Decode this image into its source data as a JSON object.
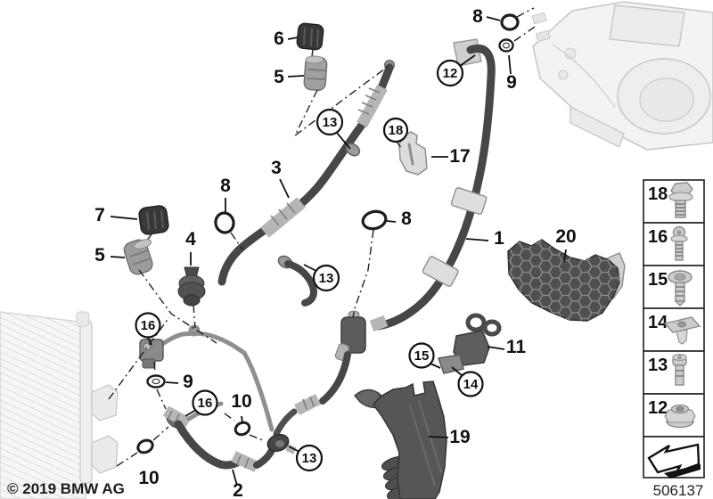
{
  "meta": {
    "copyright": "© 2019 BMW AG",
    "diagram_number": "506137"
  },
  "diagram": {
    "description": "BMW coolant / refrigerant line parts diagram",
    "callouts": [
      {
        "text": "8",
        "circled": false
      },
      {
        "text": "9",
        "circled": false
      },
      {
        "text": "12",
        "circled": true
      },
      {
        "text": "6",
        "circled": false
      },
      {
        "text": "5",
        "circled": false
      },
      {
        "text": "13",
        "circled": true
      },
      {
        "text": "18",
        "circled": true
      },
      {
        "text": "17",
        "circled": false
      },
      {
        "text": "3",
        "circled": false
      },
      {
        "text": "8",
        "circled": false
      },
      {
        "text": "8",
        "circled": false
      },
      {
        "text": "1",
        "circled": false
      },
      {
        "text": "7",
        "circled": false
      },
      {
        "text": "5",
        "circled": false
      },
      {
        "text": "4",
        "circled": false
      },
      {
        "text": "20",
        "circled": false
      },
      {
        "text": "16",
        "circled": true
      },
      {
        "text": "13",
        "circled": true
      },
      {
        "text": "9",
        "circled": false
      },
      {
        "text": "11",
        "circled": false
      },
      {
        "text": "15",
        "circled": true
      },
      {
        "text": "14",
        "circled": true
      },
      {
        "text": "16",
        "circled": true
      },
      {
        "text": "10",
        "circled": false
      },
      {
        "text": "13",
        "circled": true
      },
      {
        "text": "10",
        "circled": false
      },
      {
        "text": "2",
        "circled": false
      },
      {
        "text": "19",
        "circled": false
      }
    ]
  },
  "sidebar": {
    "items": [
      {
        "label": "18",
        "icon": "hex-flange-bolt-icon"
      },
      {
        "label": "16",
        "icon": "torx-flange-screw-icon"
      },
      {
        "label": "15",
        "icon": "washer-head-screw-icon"
      },
      {
        "label": "14",
        "icon": "cage-nut-icon"
      },
      {
        "label": "13",
        "icon": "socket-head-bolt-icon"
      },
      {
        "label": "12",
        "icon": "flange-nut-icon"
      }
    ],
    "footer_icon": "direction-arrow-icon"
  },
  "colors": {
    "hose_dark": "#474747",
    "metal_light": "#b5b5b5",
    "faded_part": "#d9d9d9",
    "label": "#111111",
    "background": "#ffffff"
  }
}
